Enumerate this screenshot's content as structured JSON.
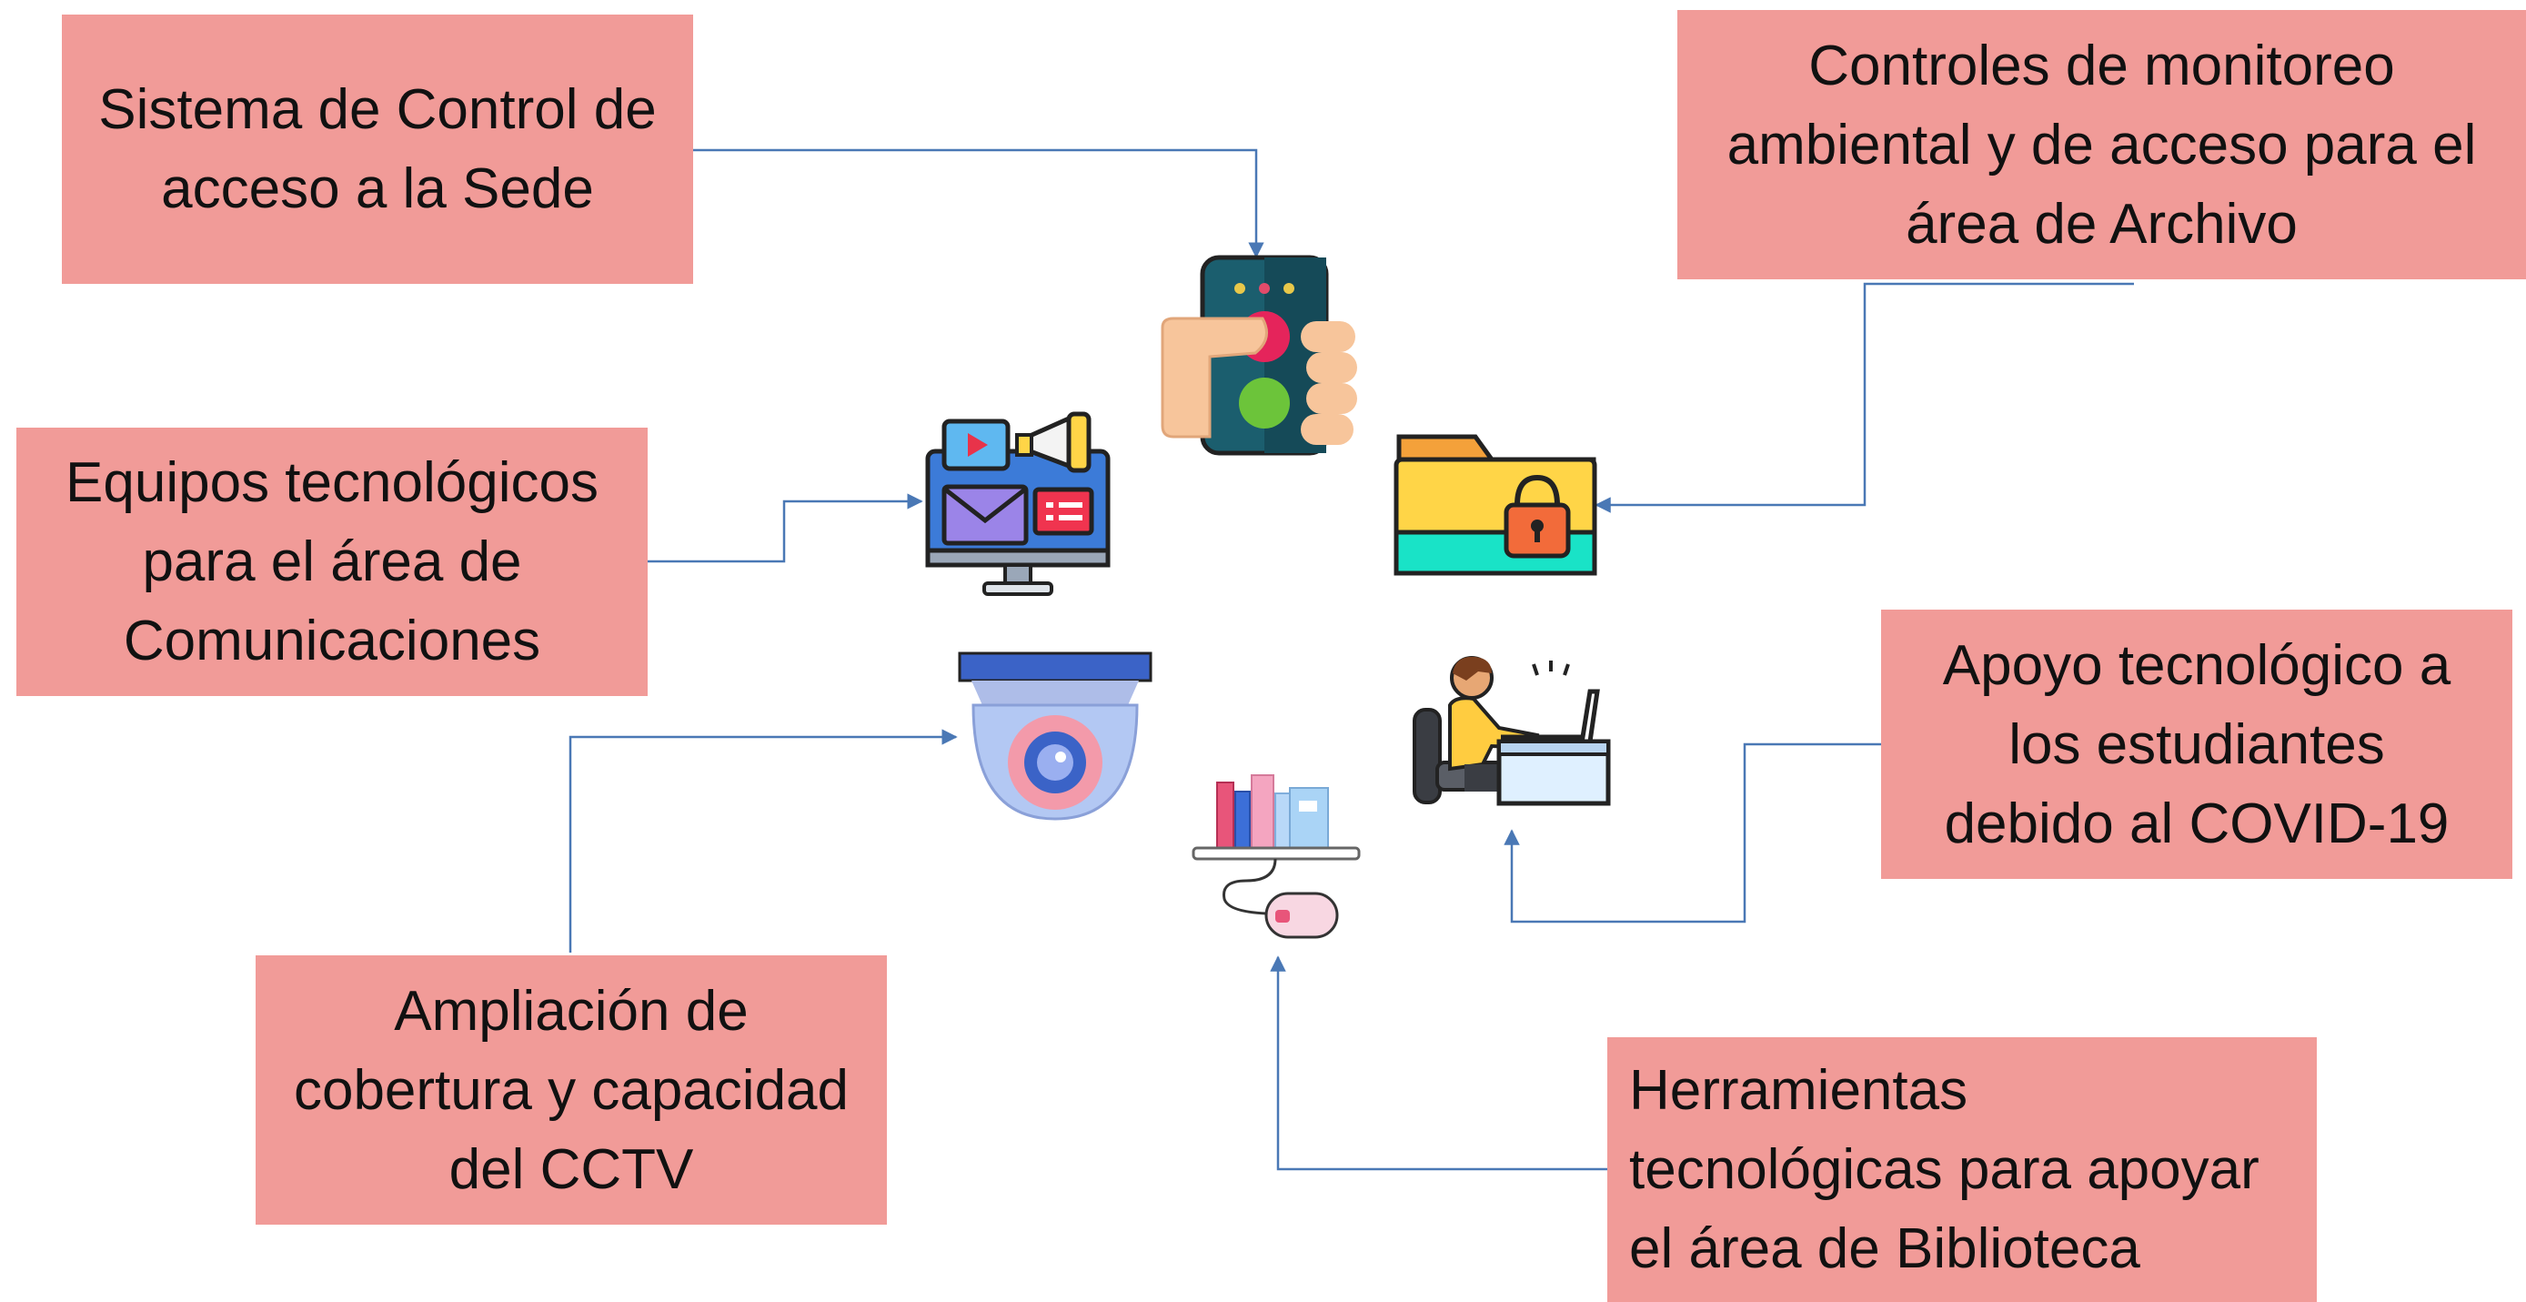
{
  "boxes": {
    "access_control": [
      "Sistema de Control de",
      "acceso a la Sede"
    ],
    "archive_controls": [
      "Controles de monitoreo",
      "ambiental y de acceso para el",
      "área de Archivo"
    ],
    "communications": [
      "Equipos tecnológicos",
      "para el área de",
      "Comunicaciones"
    ],
    "student_support": [
      "Apoyo tecnológico a",
      "los estudiantes",
      "debido al COVID-19"
    ],
    "cctv": [
      "Ampliación de",
      "cobertura y capacidad",
      "del CCTV"
    ],
    "library": [
      "Herramientas",
      "tecnológicas para apoyar",
      "el área de Biblioteca"
    ]
  },
  "icons": {
    "access_control": "hand-remote-access-icon",
    "archive_controls": "locked-folder-icon",
    "communications": "media-monitor-icon",
    "student_support": "student-computer-icon",
    "cctv": "dome-camera-icon",
    "library": "digital-library-icon"
  },
  "colors": {
    "box_fill": "#f19b98",
    "connector": "#4a78b5"
  }
}
